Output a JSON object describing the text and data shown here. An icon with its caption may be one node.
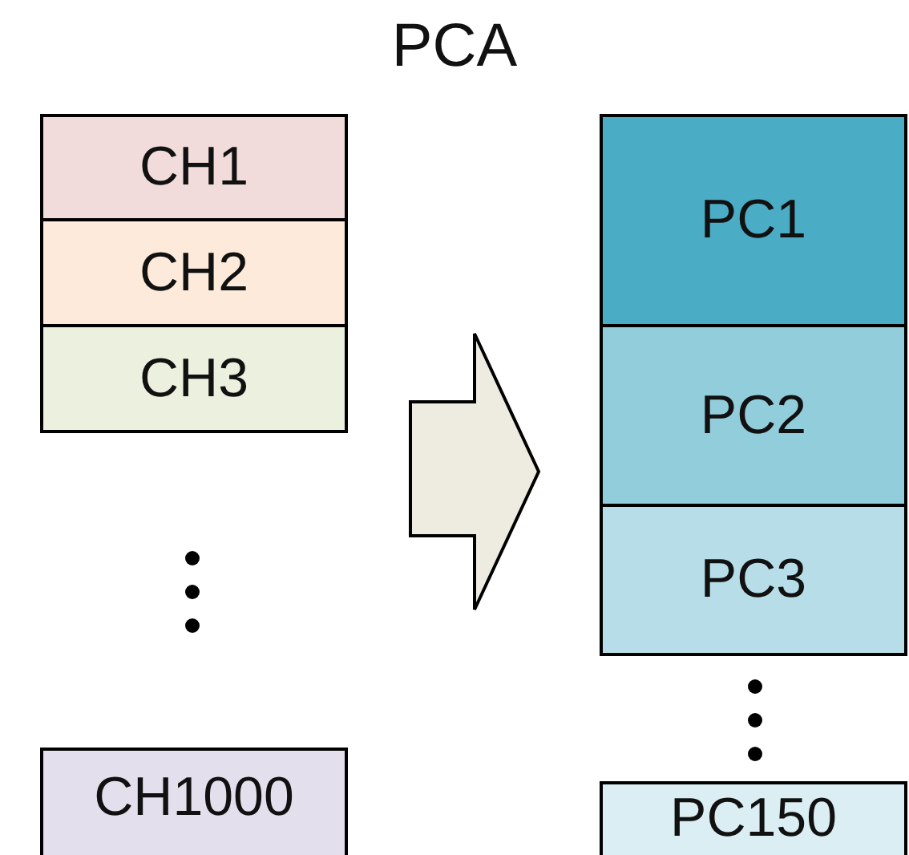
{
  "diagram": {
    "title": "PCA",
    "nodes": [
      {
        "text": [
          "CH1"
        ]
      },
      {
        "text": [
          "CH2"
        ]
      },
      {
        "text": [
          "CH3"
        ]
      },
      {
        "text": [
          "CH1000"
        ]
      },
      {
        "text": [],
        "shape": "arrow"
      },
      {
        "text": [
          "PC1"
        ]
      },
      {
        "text": [
          "PC2"
        ]
      },
      {
        "text": [
          "PC3"
        ]
      },
      {
        "text": [
          "PC150"
        ]
      }
    ]
  }
}
